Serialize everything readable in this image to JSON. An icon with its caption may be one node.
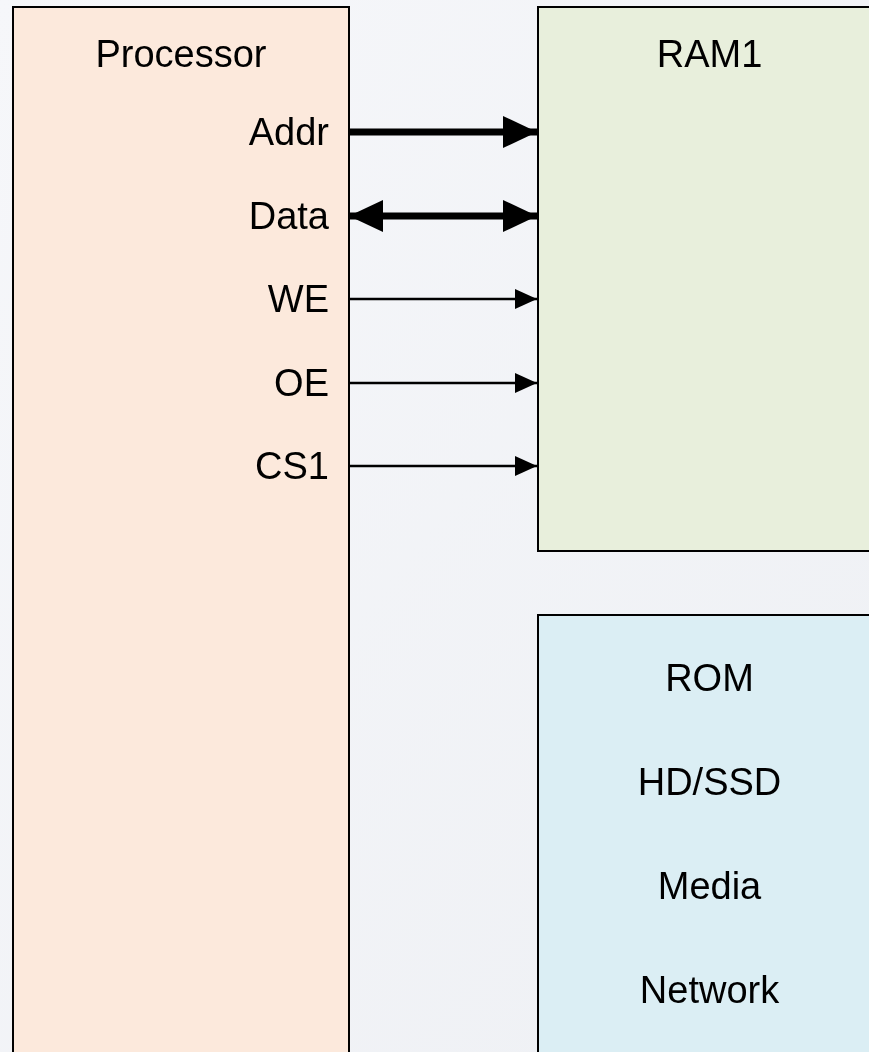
{
  "diagram": {
    "nodes": [
      {
        "text": [
          "Processor"
        ]
      },
      {
        "text": [
          "RAM1"
        ]
      },
      {
        "text": [
          "ROM",
          "HD/SSD",
          "Media",
          "Network"
        ]
      },
      {
        "text": [
          "Addr"
        ],
        "in": 0
      },
      {
        "text": [
          "Data"
        ],
        "in": 0
      },
      {
        "text": [
          "WE"
        ],
        "in": 0
      },
      {
        "text": [
          "OE"
        ],
        "in": 0
      },
      {
        "text": [
          "CS1"
        ],
        "in": 0
      }
    ],
    "edges": [
      {
        "from": 3,
        "to": 1,
        "arrow": "to",
        "style": "thick"
      },
      {
        "from": 4,
        "to": 1,
        "arrow": "both",
        "style": "thick"
      },
      {
        "from": 5,
        "to": 1,
        "arrow": "to"
      },
      {
        "from": 6,
        "to": 1,
        "arrow": "to"
      },
      {
        "from": 7,
        "to": 1,
        "arrow": "to"
      }
    ]
  }
}
